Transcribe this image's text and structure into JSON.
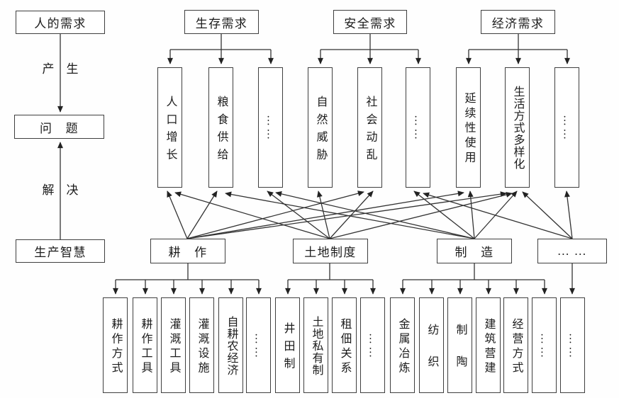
{
  "left_flow": {
    "human_needs": "人的需求",
    "produce": "产　生",
    "problem": "问　题",
    "solve": "解　决",
    "wisdom": "生产智慧"
  },
  "top_categories": [
    {
      "label": "生存需求"
    },
    {
      "label": "安全需求"
    },
    {
      "label": "经济需求"
    }
  ],
  "need_items": [
    {
      "label": "人口增长"
    },
    {
      "label": "粮食供给"
    },
    {
      "label": "……"
    },
    {
      "label": "自然威胁"
    },
    {
      "label": "社会动乱"
    },
    {
      "label": "……"
    },
    {
      "label": "延续性使用"
    },
    {
      "label": "生活方式多样化"
    },
    {
      "label": "……"
    }
  ],
  "wisdom_categories": [
    {
      "label": "耕　作"
    },
    {
      "label": "土地制度"
    },
    {
      "label": "制　造"
    },
    {
      "label": "… …"
    }
  ],
  "wisdom_items": [
    {
      "label": "耕作方式"
    },
    {
      "label": "耕作工具"
    },
    {
      "label": "灌溉工具"
    },
    {
      "label": "灌溉设施"
    },
    {
      "label": "自耕农经济"
    },
    {
      "label": "……"
    },
    {
      "label": "井田制"
    },
    {
      "label": "土地私有制"
    },
    {
      "label": "租佃关系"
    },
    {
      "label": "……"
    },
    {
      "label": "金属冶炼"
    },
    {
      "label": "纺织"
    },
    {
      "label": "制陶"
    },
    {
      "label": "建筑营建"
    },
    {
      "label": "经营方式"
    },
    {
      "label": "……"
    },
    {
      "label": "……"
    }
  ],
  "colors": {
    "line": "#333333",
    "border": "#3f3f3f",
    "background": "#fefefe",
    "text": "#1c1c1c"
  }
}
